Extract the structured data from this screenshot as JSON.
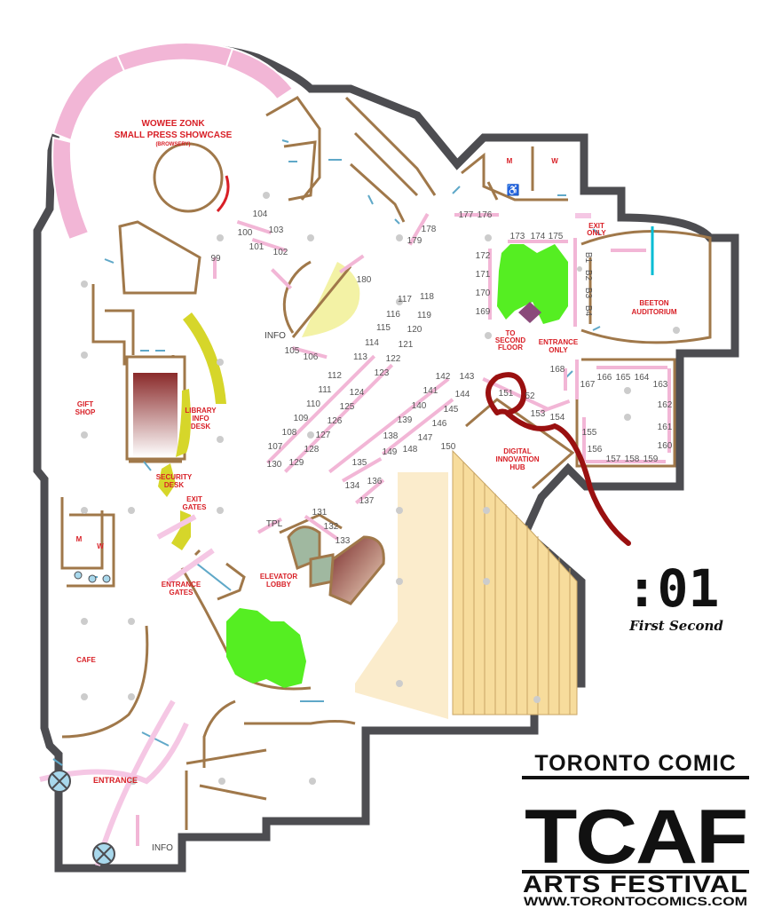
{
  "areas": {
    "showcase_line1": "WOWEE ZONK",
    "showcase_line2": "SMALL PRESS SHOWCASE",
    "showcase_line3": "(BROWSERY)",
    "gift_line1": "GIFT",
    "gift_line2": "SHOP",
    "library_line1": "LIBRARY",
    "library_line2": "INFO",
    "library_line3": "DESK",
    "security_line1": "SECURITY",
    "security_line2": "DESK",
    "exit_gates_line1": "EXIT",
    "exit_gates_line2": "GATES",
    "entrance_gates_line1": "ENTRANCE",
    "entrance_gates_line2": "GATES",
    "elevator_line1": "ELEVATOR",
    "elevator_line2": "LOBBY",
    "cafe": "CAFE",
    "entrance": "ENTRANCE",
    "digital_line1": "DIGITAL",
    "digital_line2": "INNOVATION",
    "digital_line3": "HUB",
    "beeton_line1": "BEETON",
    "beeton_line2": "AUDITORIUM",
    "second_line1": "TO",
    "second_line2": "SECOND",
    "second_line3": "FLOOR",
    "entrance_only_line1": "ENTRANCE",
    "entrance_only_line2": "ONLY",
    "exit_only_line1": "EXIT",
    "exit_only_line2": "ONLY"
  },
  "labels": {
    "info_center": "INFO",
    "info_bottom": "INFO",
    "tpl": "TPL",
    "men": "M",
    "women": "W",
    "men_left": "M",
    "women_left": "W",
    "accessible": "♿"
  },
  "booths": {
    "b99": "99",
    "b100": "100",
    "b101": "101",
    "b102": "102",
    "b103": "103",
    "b104": "104",
    "b105": "105",
    "b106": "106",
    "b107": "107",
    "b108": "108",
    "b109": "109",
    "b110": "110",
    "b111": "111",
    "b112": "112",
    "b113": "113",
    "b114": "114",
    "b115": "115",
    "b116": "116",
    "b117": "117",
    "b118": "118",
    "b119": "119",
    "b120": "120",
    "b121": "121",
    "b122": "122",
    "b123": "123",
    "b124": "124",
    "b125": "125",
    "b126": "126",
    "b127": "127",
    "b128": "128",
    "b129": "129",
    "b130": "130",
    "b131": "131",
    "b132": "132",
    "b133": "133",
    "b134": "134",
    "b135": "135",
    "b136": "136",
    "b137": "137",
    "b138": "138",
    "b139": "139",
    "b140": "140",
    "b141": "141",
    "b142": "142",
    "b143": "143",
    "b144": "144",
    "b145": "145",
    "b146": "146",
    "b147": "147",
    "b148": "148",
    "b149": "149",
    "b150": "150",
    "b151": "151",
    "b152": "52",
    "b153": "153",
    "b154": "154",
    "b155": "155",
    "b156": "156",
    "b157": "157",
    "b158": "158",
    "b159": "159",
    "b160": "160",
    "b161": "161",
    "b162": "162",
    "b163": "163",
    "b164": "164",
    "b165": "165",
    "b166": "166",
    "b167": "167",
    "b168": "168",
    "b169": "169",
    "b170": "170",
    "b171": "171",
    "b172": "172",
    "b173": "173",
    "b174": "174",
    "b175": "175",
    "b176": "176",
    "b177": "177",
    "b178": "178",
    "b179": "179",
    "b180": "180",
    "bB1": "B1",
    "bB2": "B2",
    "bB3": "B3",
    "bB4": "B4"
  },
  "publisher": {
    "mark": ":01",
    "name": "First Second"
  },
  "logo": {
    "top": "TORONTO COMIC",
    "mid": "TCAF",
    "bottom": "ARTS FESTIVAL",
    "url": "WWW.TORONTOCOMICS.COM"
  },
  "colors": {
    "wall": "#4d4d51",
    "interior": "#a0784a",
    "booth_pink": "#f2b6d6",
    "accent_red": "#d81f26",
    "plant_green": "#55ee22",
    "stairs": "#f7dc9c",
    "highlight_circle": "#9a1010",
    "yellow": "#d6d62a"
  }
}
